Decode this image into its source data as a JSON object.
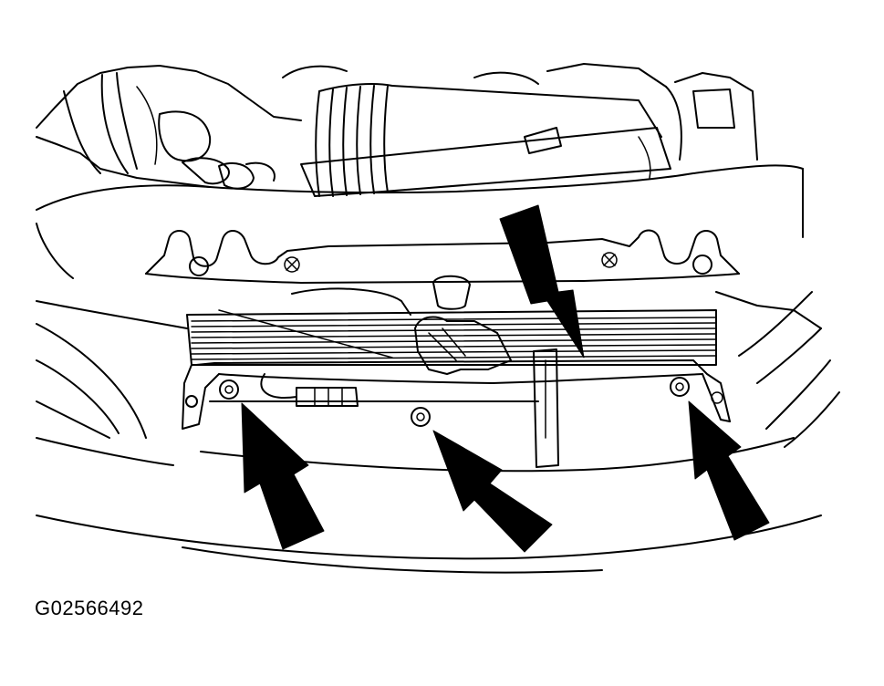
{
  "figure": {
    "id_label": "G02566492",
    "ink_color": "#000000",
    "background_color": "#ffffff"
  },
  "callouts": {
    "arrow_count": 4,
    "pointing_to": [
      "radiator-support-bolt-left",
      "radiator-support-bolt-center",
      "radiator-support-bolt-right",
      "upper-bracket"
    ]
  }
}
